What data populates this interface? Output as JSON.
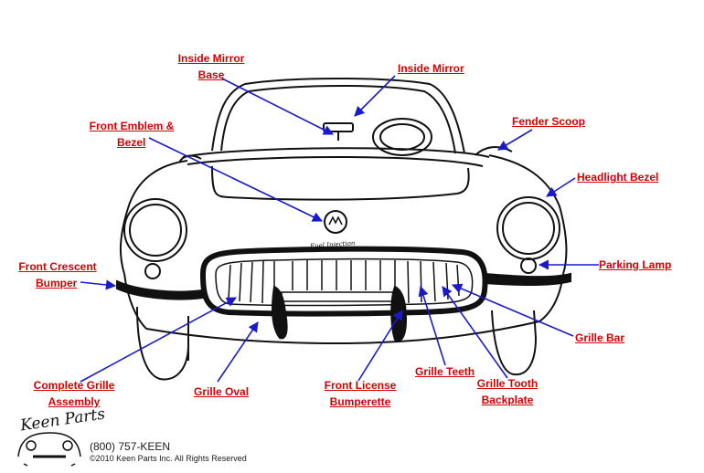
{
  "labels": {
    "inside_mirror_base": [
      "Inside Mirror",
      "Base"
    ],
    "inside_mirror": "Inside Mirror",
    "front_emblem_bezel": [
      "Front Emblem &",
      "Bezel"
    ],
    "fender_scoop": "Fender Scoop",
    "headlight_bezel": "Headlight Bezel",
    "front_crescent_bumper": [
      "Front Crescent",
      "Bumper"
    ],
    "parking_lamp": "Parking Lamp",
    "grille_bar": "Grille Bar",
    "complete_grille_assembly": [
      "Complete Grille",
      "Assembly"
    ],
    "grille_oval": "Grille Oval",
    "front_license_bumperette": [
      "Front License",
      "Bumperette"
    ],
    "grille_teeth": "Grille Teeth",
    "grille_tooth_backplate": [
      "Grille Tooth",
      "Backplate"
    ]
  },
  "footer": {
    "logo": "Keen Parts",
    "phone": "(800) 757-KEEN",
    "copyright": "©2010 Keen Parts Inc. All Rights Reserved"
  },
  "emblem_script": "Fuel Injection",
  "colors": {
    "label": "#d40000",
    "arrow": "#1a1acc",
    "drawing": "#111111"
  }
}
